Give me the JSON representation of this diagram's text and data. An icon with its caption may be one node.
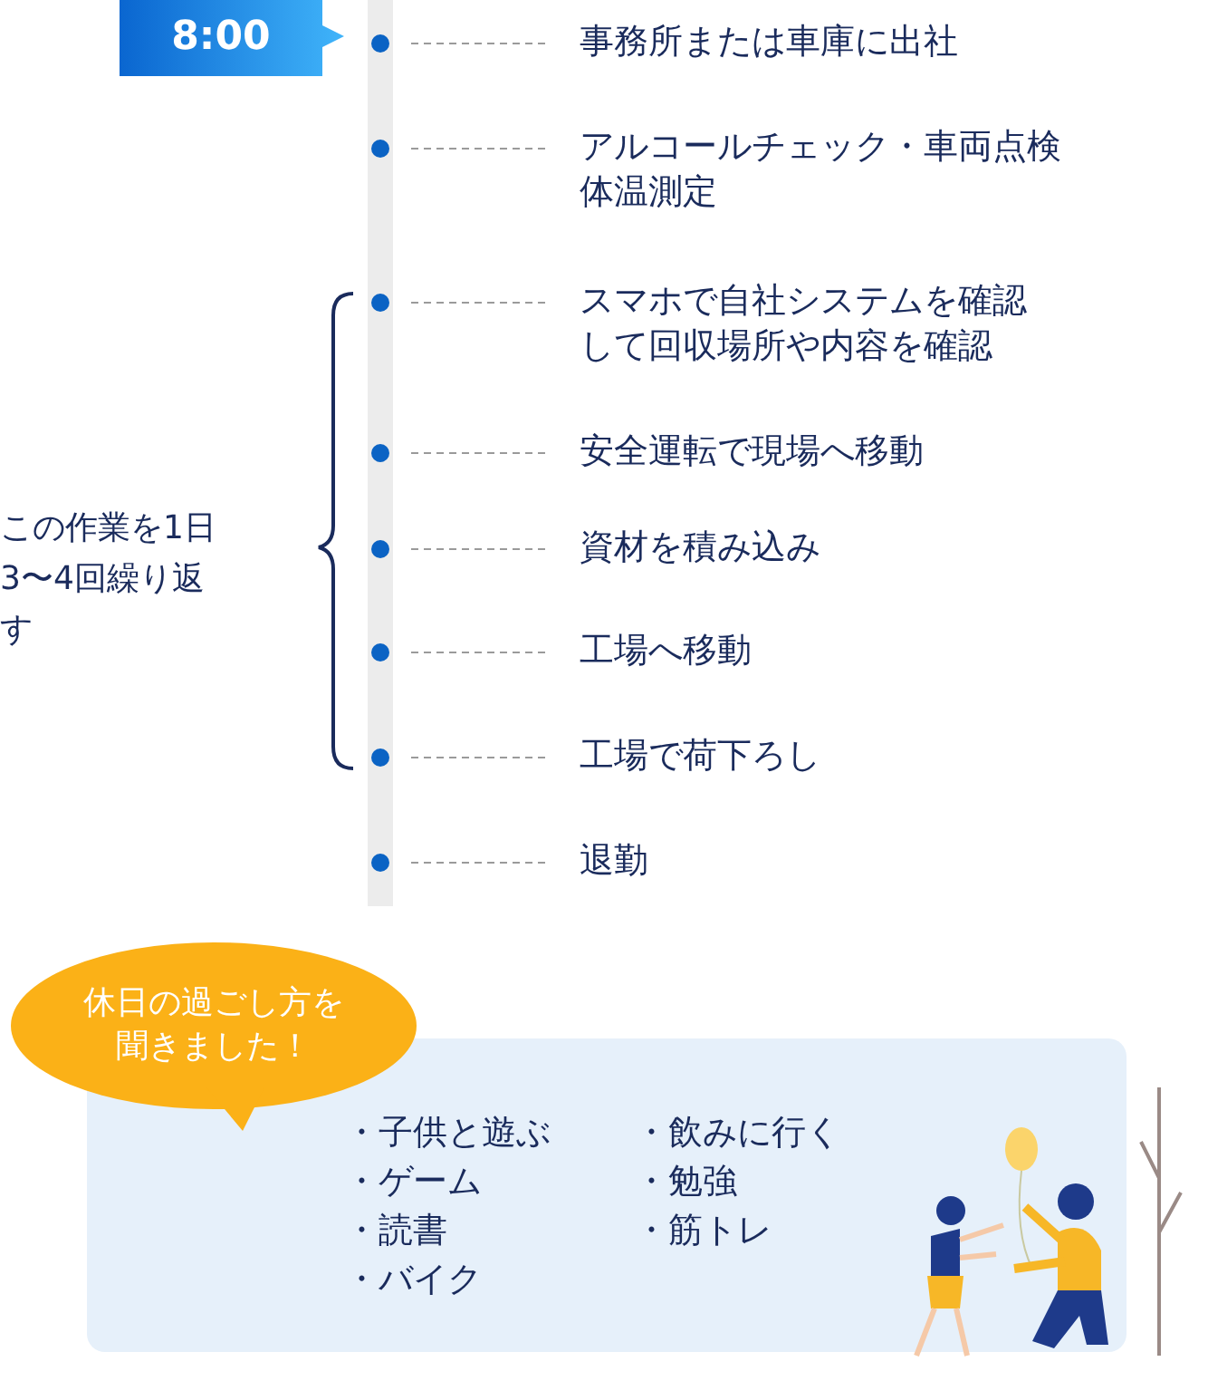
{
  "diagram": {
    "nodes": [
      {
        "text": [
          "8:00"
        ]
      },
      {
        "text": [],
        "shape": "circle"
      },
      {
        "text": [
          "事務所または車庫に出社"
        ]
      },
      {
        "text": [],
        "shape": "circle"
      },
      {
        "text": [
          "アルコールチェック・車両点検体温測定"
        ]
      },
      {
        "text": [],
        "shape": "circle"
      },
      {
        "text": [
          "スマホで自社システムを確認して回収場所や内容を確認"
        ]
      },
      {
        "text": [],
        "shape": "circle"
      },
      {
        "text": [
          "安全運転で現場へ移動"
        ]
      },
      {
        "text": [],
        "shape": "circle"
      },
      {
        "text": [
          "資材を積み込み"
        ]
      },
      {
        "text": [],
        "shape": "circle"
      },
      {
        "text": [
          "工場へ移動"
        ]
      },
      {
        "text": [],
        "shape": "circle"
      },
      {
        "text": [
          "工場で荷下ろし"
        ]
      },
      {
        "text": [],
        "shape": "circle"
      },
      {
        "text": [
          "退勤"
        ]
      },
      {
        "text": [
          "休日の過ごし方を聞きました！"
        ]
      },
      {
        "text": [
          "・子供と遊ぶ",
          "・ゲーム",
          "・読書",
          "・バイク",
          "・飲みに行く",
          "・勉強",
          "・筋トレ"
        ]
      }
    ],
    "edges": [
      {
        "from": 1,
        "to": 2,
        "arrow": "none",
        "style": "dashed"
      },
      {
        "from": 3,
        "to": 4,
        "arrow": "none",
        "style": "dashed"
      },
      {
        "from": 5,
        "to": 6,
        "arrow": "none",
        "style": "dashed"
      },
      {
        "from": 7,
        "to": 8,
        "arrow": "none",
        "style": "dashed"
      },
      {
        "from": 9,
        "to": 10,
        "arrow": "none",
        "style": "dashed"
      },
      {
        "from": 11,
        "to": 12,
        "arrow": "none",
        "style": "dashed"
      },
      {
        "from": 13,
        "to": 14,
        "arrow": "none",
        "style": "dashed"
      },
      {
        "from": 15,
        "to": 16,
        "arrow": "none",
        "style": "dashed"
      }
    ],
    "labels": [
      "この作業を1日3〜4回繰り返す"
    ]
  }
}
